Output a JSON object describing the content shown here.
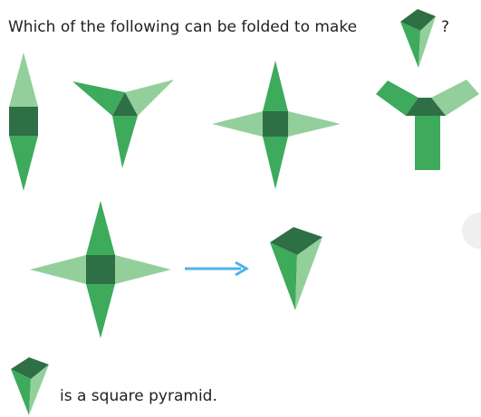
{
  "question": {
    "text": "Which of the following can be folded to make",
    "end": "?"
  },
  "options": [
    {
      "name": "net-a",
      "shape": "two-triangles-on-square"
    },
    {
      "name": "net-b",
      "shape": "three-triangles-on-triangle"
    },
    {
      "name": "net-c",
      "shape": "four-triangles-on-square"
    },
    {
      "name": "net-d",
      "shape": "three-rectangles-on-triangle"
    }
  ],
  "example": {
    "net": "four-triangles-on-square",
    "arrow": "fold-arrow",
    "result": "square-pyramid"
  },
  "caption": {
    "text": "is a square pyramid."
  },
  "colors": {
    "dark_green": "#2f6f45",
    "mid_green": "#3daa5c",
    "light_green": "#93cf9b",
    "arrow_blue": "#4db3e6",
    "text": "#222222"
  }
}
